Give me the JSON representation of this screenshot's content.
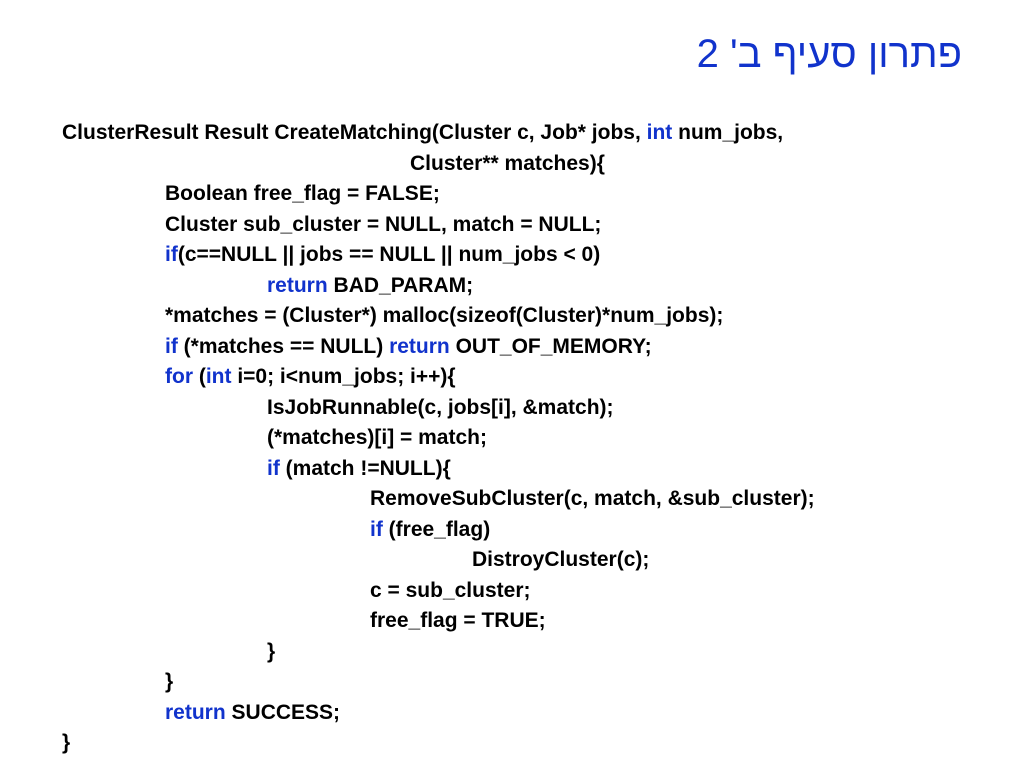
{
  "slide": {
    "title": "פתרון סעיף ב' 2",
    "code_lines": [
      {
        "indent": 0,
        "segments": [
          {
            "text": "ClusterResult Result CreateMatching(Cluster c, Job* jobs, ",
            "kw": false
          },
          {
            "text": "int",
            "kw": true
          },
          {
            "text": " num_jobs,",
            "kw": false
          }
        ]
      },
      {
        "indent": 348,
        "segments": [
          {
            "text": "Cluster** matches){",
            "kw": false
          }
        ]
      },
      {
        "indent": 103,
        "segments": [
          {
            "text": "Boolean free_flag = FALSE;",
            "kw": false
          }
        ]
      },
      {
        "indent": 103,
        "segments": [
          {
            "text": "Cluster sub_cluster = NULL, match = NULL;",
            "kw": false
          }
        ]
      },
      {
        "indent": 103,
        "segments": [
          {
            "text": "if",
            "kw": true
          },
          {
            "text": "(c==NULL || jobs == NULL || num_jobs < 0)",
            "kw": false
          }
        ]
      },
      {
        "indent": 205,
        "segments": [
          {
            "text": "return",
            "kw": true
          },
          {
            "text": " BAD_PARAM;",
            "kw": false
          }
        ]
      },
      {
        "indent": 103,
        "segments": [
          {
            "text": "*matches = (Cluster*) malloc(sizeof(Cluster)*num_jobs);",
            "kw": false
          }
        ]
      },
      {
        "indent": 103,
        "segments": [
          {
            "text": "if",
            "kw": true
          },
          {
            "text": " (*matches == NULL) ",
            "kw": false
          },
          {
            "text": "return",
            "kw": true
          },
          {
            "text": " OUT_OF_MEMORY;",
            "kw": false
          }
        ]
      },
      {
        "indent": 103,
        "segments": [
          {
            "text": "for",
            "kw": true
          },
          {
            "text": " (",
            "kw": false
          },
          {
            "text": "int",
            "kw": true
          },
          {
            "text": " i=0; i<num_jobs; i++){",
            "kw": false
          }
        ]
      },
      {
        "indent": 205,
        "segments": [
          {
            "text": "IsJobRunnable(c, jobs[i], &match);",
            "kw": false
          }
        ]
      },
      {
        "indent": 205,
        "segments": [
          {
            "text": "(*matches)[i] = match;",
            "kw": false
          }
        ]
      },
      {
        "indent": 205,
        "segments": [
          {
            "text": "if",
            "kw": true
          },
          {
            "text": " (match !=NULL){",
            "kw": false
          }
        ]
      },
      {
        "indent": 308,
        "segments": [
          {
            "text": "RemoveSubCluster(c, match, &sub_cluster);",
            "kw": false
          }
        ]
      },
      {
        "indent": 308,
        "segments": [
          {
            "text": "if",
            "kw": true
          },
          {
            "text": " (free_flag)",
            "kw": false
          }
        ]
      },
      {
        "indent": 410,
        "segments": [
          {
            "text": "DistroyCluster(c);",
            "kw": false
          }
        ]
      },
      {
        "indent": 308,
        "segments": [
          {
            "text": "c = sub_cluster;",
            "kw": false
          }
        ]
      },
      {
        "indent": 308,
        "segments": [
          {
            "text": "free_flag = TRUE;",
            "kw": false
          }
        ]
      },
      {
        "indent": 205,
        "segments": [
          {
            "text": "}",
            "kw": false
          }
        ]
      },
      {
        "indent": 103,
        "segments": [
          {
            "text": "}",
            "kw": false
          }
        ]
      },
      {
        "indent": 103,
        "segments": [
          {
            "text": "return",
            "kw": true
          },
          {
            "text": " SUCCESS;",
            "kw": false
          }
        ]
      },
      {
        "indent": 0,
        "segments": [
          {
            "text": "}",
            "kw": false
          }
        ]
      }
    ],
    "colors": {
      "keyword": "#1133cc",
      "code_text": "#000000",
      "title": "#1133cc",
      "background": "#ffffff"
    }
  }
}
